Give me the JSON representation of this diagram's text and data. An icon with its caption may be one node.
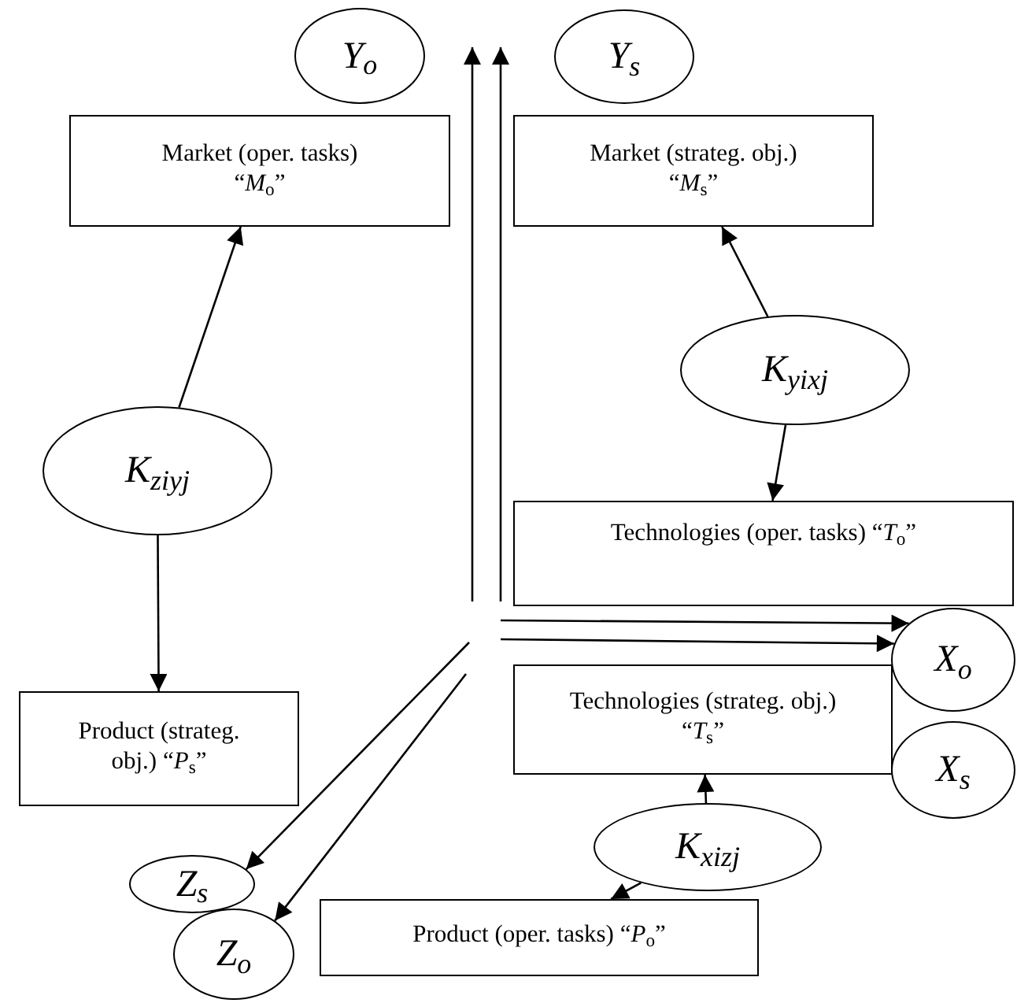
{
  "diagram": {
    "nodes": [
      {
        "text": [
          "Y$_{o}$"
        ]
      },
      {
        "text": [
          "Y$_{s}$"
        ]
      },
      {
        "text": [
          "Market (oper. tasks) “*M*$_{o}$”"
        ]
      },
      {
        "text": [
          "Market (strateg. obj.) “*M*$_{s}$”"
        ]
      },
      {
        "text": [
          "K$_{ziyj}$"
        ]
      },
      {
        "text": [
          "K$_{yixj}$"
        ]
      },
      {
        "text": [
          "Technologies (oper. tasks) “*T*$_{o}$”"
        ]
      },
      {
        "text": [
          "X$_{o}$"
        ]
      },
      {
        "text": [
          "Product (strateg. obj.) “*P*$_{s}$”"
        ]
      },
      {
        "text": [
          "Technologies (strateg. obj.) “*T*$_{s}$”"
        ]
      },
      {
        "text": [
          "X$_{s}$"
        ]
      },
      {
        "text": [
          "K$_{xizj}$"
        ]
      },
      {
        "text": [
          "Z$_{s}$"
        ]
      },
      {
        "text": [
          "Z$_{o}$"
        ]
      },
      {
        "text": [
          "Product (oper. tasks) “*P*$_{o}$”"
        ]
      }
    ],
    "edges": [
      {
        "from": 4,
        "to": 2,
        "arrow": "to"
      },
      {
        "from": 4,
        "to": 8,
        "arrow": "to"
      },
      {
        "from": 5,
        "to": 3,
        "arrow": "to"
      },
      {
        "from": 5,
        "to": 6,
        "arrow": "to"
      },
      {
        "from": 11,
        "to": 9,
        "arrow": "to"
      },
      {
        "from": 11,
        "to": 14,
        "arrow": "to"
      },
      {
        "from": null,
        "to": 7,
        "arrow": "to"
      },
      {
        "from": null,
        "to": 7,
        "arrow": "to"
      },
      {
        "from": null,
        "to": 12,
        "arrow": "to"
      },
      {
        "from": null,
        "to": 13,
        "arrow": "to"
      }
    ]
  }
}
